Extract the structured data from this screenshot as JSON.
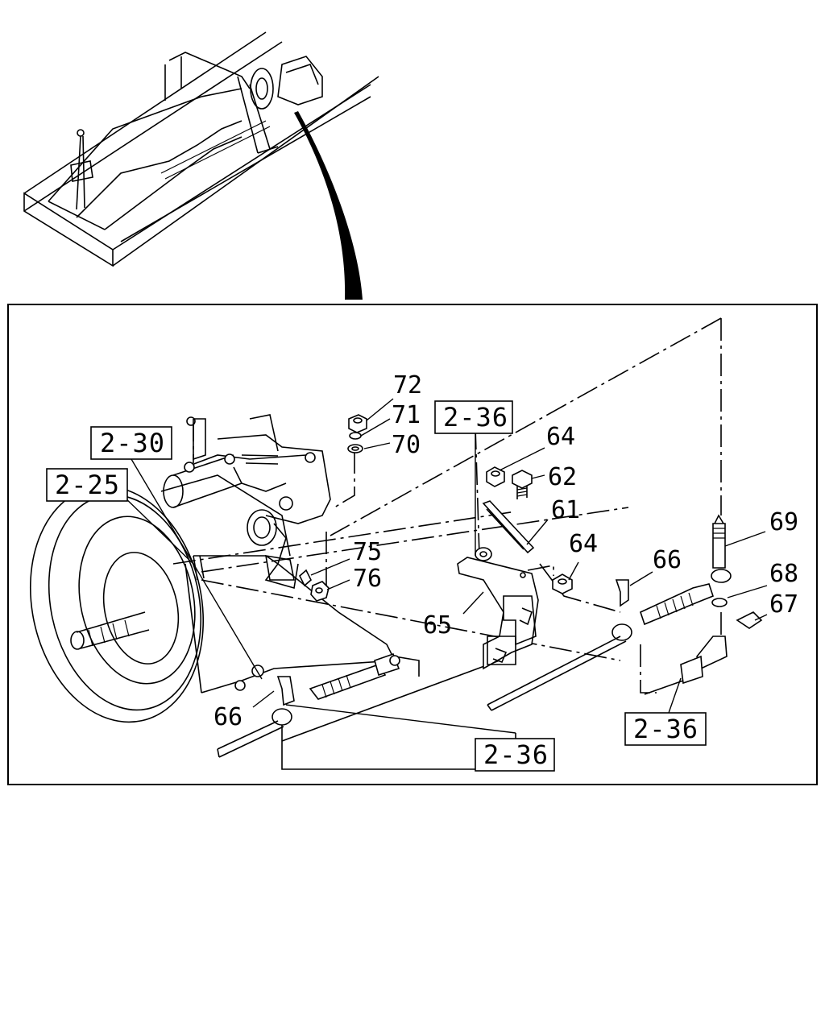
{
  "diagram": {
    "part_labels": {
      "p72": "72",
      "p71": "71",
      "p70": "70",
      "p64a": "64",
      "p62": "62",
      "p61": "61",
      "p64b": "64",
      "p69": "69",
      "p66a": "66",
      "p68": "68",
      "p67": "67",
      "p75": "75",
      "p76": "76",
      "p65": "65",
      "p66b": "66"
    },
    "reference_boxes": {
      "r230": "2-30",
      "r225": "2-25",
      "r236_top": "2-36",
      "r236_right": "2-36",
      "r236_bottom": "2-36"
    }
  }
}
